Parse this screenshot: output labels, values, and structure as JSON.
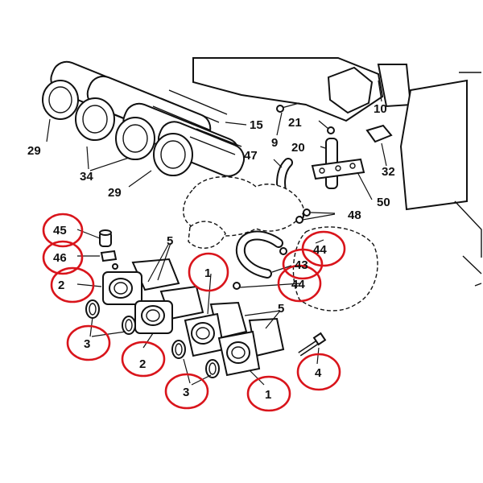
{
  "colors": {
    "ink": "#111111",
    "highlight": "#d9141b",
    "background": "#ffffff"
  },
  "callouts": {
    "c29a": "29",
    "c34": "34",
    "c29b": "29",
    "c15": "15",
    "c9": "9",
    "c10": "10",
    "c21": "21",
    "c20": "20",
    "c47": "47",
    "c32": "32",
    "c50": "50",
    "c48": "48",
    "c45": "45",
    "c46": "46",
    "c2a": "2",
    "c3a": "3",
    "c2b": "2",
    "c3b": "3",
    "c5a": "5",
    "c1a": "1",
    "c43": "43",
    "c44a": "44",
    "c44b": "44",
    "c5b": "5",
    "c1b": "1",
    "c4": "4"
  }
}
